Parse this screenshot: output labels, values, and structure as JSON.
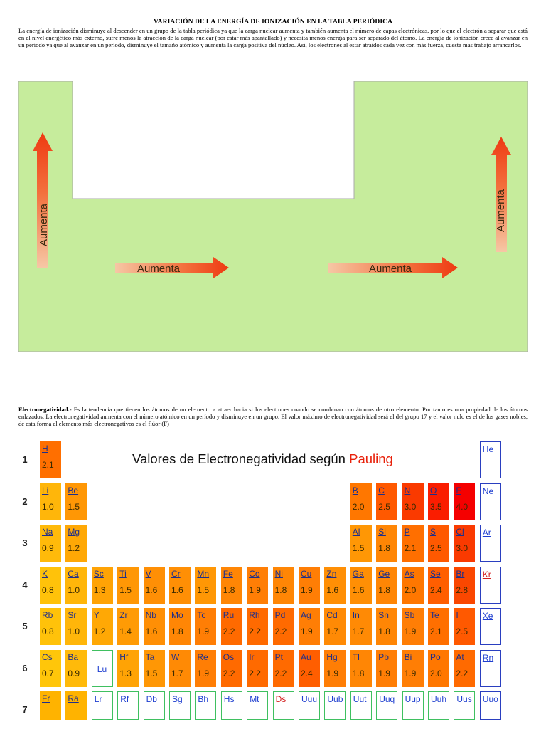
{
  "title": "VARIACIÓN DE LA ENERGÍA DE IONIZACIÓN EN LA TABLA PERIÓDICA",
  "paragraph1": "La energía de ionización disminuye al descender en un grupo de la tabla periódica ya que la carga nuclear aumenta y también aumenta el número de capas electrónicas, por lo que el electrón a separar que está en el nivel energético más externo, sufre menos la atracción de la carga nuclear (por estar más apantallado) y necesita menos energía para ser separado del átomo.  La energía de ionización crece al avanzar en un período ya que al avanzar en un período, disminuye el tamaño atómico y aumenta la carga positiva del núcleo. Así, los electrones al estar atraídos cada vez con más fuerza, cuesta más trabajo arrancarlos.",
  "diagram": {
    "label_left_vertical": "Aumenta",
    "label_right_vertical": "Aumenta",
    "label_left_horizontal": "Aumenta",
    "label_right_horizontal": "Aumenta",
    "colors": {
      "fill": "#c6ec9c",
      "border": "#aaaaaa",
      "arrow": "#f0451c"
    }
  },
  "electroneg": {
    "term": "Electronegatividad.-",
    "text": " Es la tendencia que tienen  los átomos de un elemento a atraer hacia si los electrones cuando se combinan con átomos de otro elemento. Por tanto es una propiedad de los átomos enlazados. La electronegatividad aumenta con el número atómico en un período y disminuye en un grupo. El valor máximo de electronegatividad será el del grupo 17 y el valor nulo es el de los gases nobles, de esta forma el elemento más electronegativos es el flúor (F)"
  },
  "table": {
    "title_main": "Valores de Electronegatividad según ",
    "title_accent": "Pauling",
    "row_numbers": [
      "1",
      "2",
      "3",
      "4",
      "5",
      "6",
      "7"
    ],
    "elements": [
      {
        "sym": "H",
        "en": "2.1",
        "row": 1,
        "col": 1
      },
      {
        "sym": "He",
        "row": 1,
        "col": 18,
        "type": "noble"
      },
      {
        "sym": "Li",
        "en": "1.0",
        "row": 2,
        "col": 1
      },
      {
        "sym": "Be",
        "en": "1.5",
        "row": 2,
        "col": 2
      },
      {
        "sym": "B",
        "en": "2.0",
        "row": 2,
        "col": 13
      },
      {
        "sym": "C",
        "en": "2.5",
        "row": 2,
        "col": 14
      },
      {
        "sym": "N",
        "en": "3.0",
        "row": 2,
        "col": 15
      },
      {
        "sym": "O",
        "en": "3.5",
        "row": 2,
        "col": 16
      },
      {
        "sym": "F",
        "en": "4.0",
        "row": 2,
        "col": 17
      },
      {
        "sym": "Ne",
        "row": 2,
        "col": 18,
        "type": "noble"
      },
      {
        "sym": "Na",
        "en": "0.9",
        "row": 3,
        "col": 1
      },
      {
        "sym": "Mg",
        "en": "1.2",
        "row": 3,
        "col": 2
      },
      {
        "sym": "Al",
        "en": "1.5",
        "row": 3,
        "col": 13
      },
      {
        "sym": "Si",
        "en": "1.8",
        "row": 3,
        "col": 14
      },
      {
        "sym": "P",
        "en": "2.1",
        "row": 3,
        "col": 15
      },
      {
        "sym": "S",
        "en": "2.5",
        "row": 3,
        "col": 16
      },
      {
        "sym": "Cl",
        "en": "3.0",
        "row": 3,
        "col": 17
      },
      {
        "sym": "Ar",
        "row": 3,
        "col": 18,
        "type": "noble"
      },
      {
        "sym": "K",
        "en": "0.8",
        "row": 4,
        "col": 1
      },
      {
        "sym": "Ca",
        "en": "1.0",
        "row": 4,
        "col": 2
      },
      {
        "sym": "Sc",
        "en": "1.3",
        "row": 4,
        "col": 3
      },
      {
        "sym": "Ti",
        "en": "1.5",
        "row": 4,
        "col": 4
      },
      {
        "sym": "V",
        "en": "1.6",
        "row": 4,
        "col": 5
      },
      {
        "sym": "Cr",
        "en": "1.6",
        "row": 4,
        "col": 6
      },
      {
        "sym": "Mn",
        "en": "1.5",
        "row": 4,
        "col": 7
      },
      {
        "sym": "Fe",
        "en": "1.8",
        "row": 4,
        "col": 8
      },
      {
        "sym": "Co",
        "en": "1.9",
        "row": 4,
        "col": 9
      },
      {
        "sym": "Ni",
        "en": "1.8",
        "row": 4,
        "col": 10
      },
      {
        "sym": "Cu",
        "en": "1.9",
        "row": 4,
        "col": 11
      },
      {
        "sym": "Zn",
        "en": "1.6",
        "row": 4,
        "col": 12
      },
      {
        "sym": "Ga",
        "en": "1.6",
        "row": 4,
        "col": 13
      },
      {
        "sym": "Ge",
        "en": "1.8",
        "row": 4,
        "col": 14
      },
      {
        "sym": "As",
        "en": "2.0",
        "row": 4,
        "col": 15
      },
      {
        "sym": "Se",
        "en": "2.4",
        "row": 4,
        "col": 16
      },
      {
        "sym": "Br",
        "en": "2.8",
        "row": 4,
        "col": 17
      },
      {
        "sym": "Kr",
        "row": 4,
        "col": 18,
        "type": "noble",
        "red": true
      },
      {
        "sym": "Rb",
        "en": "0.8",
        "row": 5,
        "col": 1
      },
      {
        "sym": "Sr",
        "en": "1.0",
        "row": 5,
        "col": 2
      },
      {
        "sym": "Y",
        "en": "1.2",
        "row": 5,
        "col": 3
      },
      {
        "sym": "Zr",
        "en": "1.4",
        "row": 5,
        "col": 4
      },
      {
        "sym": "Nb",
        "en": "1.6",
        "row": 5,
        "col": 5
      },
      {
        "sym": "Mo",
        "en": "1.8",
        "row": 5,
        "col": 6
      },
      {
        "sym": "Tc",
        "en": "1.9",
        "row": 5,
        "col": 7
      },
      {
        "sym": "Ru",
        "en": "2.2",
        "row": 5,
        "col": 8
      },
      {
        "sym": "Rh",
        "en": "2.2",
        "row": 5,
        "col": 9
      },
      {
        "sym": "Pd",
        "en": "2.2",
        "row": 5,
        "col": 10
      },
      {
        "sym": "Ag",
        "en": "1.9",
        "row": 5,
        "col": 11
      },
      {
        "sym": "Cd",
        "en": "1.7",
        "row": 5,
        "col": 12
      },
      {
        "sym": "In",
        "en": "1.7",
        "row": 5,
        "col": 13
      },
      {
        "sym": "Sn",
        "en": "1.8",
        "row": 5,
        "col": 14
      },
      {
        "sym": "Sb",
        "en": "1.9",
        "row": 5,
        "col": 15
      },
      {
        "sym": "Te",
        "en": "2.1",
        "row": 5,
        "col": 16
      },
      {
        "sym": "I",
        "en": "2.5",
        "row": 5,
        "col": 17
      },
      {
        "sym": "Xe",
        "row": 5,
        "col": 18,
        "type": "noble"
      },
      {
        "sym": "Cs",
        "en": "0.7",
        "row": 6,
        "col": 1
      },
      {
        "sym": "Ba",
        "en": "0.9",
        "row": 6,
        "col": 2
      },
      {
        "sym": "Lu",
        "row": 6,
        "col": 3,
        "type": "lan",
        "center": true
      },
      {
        "sym": "Hf",
        "en": "1.3",
        "row": 6,
        "col": 4
      },
      {
        "sym": "Ta",
        "en": "1.5",
        "row": 6,
        "col": 5
      },
      {
        "sym": "W",
        "en": "1.7",
        "row": 6,
        "col": 6
      },
      {
        "sym": "Re",
        "en": "1.9",
        "row": 6,
        "col": 7
      },
      {
        "sym": "Os",
        "en": "2.2",
        "row": 6,
        "col": 8
      },
      {
        "sym": "Ir",
        "en": "2.2",
        "row": 6,
        "col": 9
      },
      {
        "sym": "Pt",
        "en": "2.2",
        "row": 6,
        "col": 10
      },
      {
        "sym": "Au",
        "en": "2.4",
        "row": 6,
        "col": 11
      },
      {
        "sym": "Hg",
        "en": "1.9",
        "row": 6,
        "col": 12
      },
      {
        "sym": "Tl",
        "en": "1.8",
        "row": 6,
        "col": 13
      },
      {
        "sym": "Pb",
        "en": "1.9",
        "row": 6,
        "col": 14
      },
      {
        "sym": "Bi",
        "en": "1.9",
        "row": 6,
        "col": 15
      },
      {
        "sym": "Po",
        "en": "2.0",
        "row": 6,
        "col": 16
      },
      {
        "sym": "At",
        "en": "2.2",
        "row": 6,
        "col": 17
      },
      {
        "sym": "Rn",
        "row": 6,
        "col": 18,
        "type": "noble"
      },
      {
        "sym": "Fr",
        "en": "",
        "row": 7,
        "col": 1
      },
      {
        "sym": "Ra",
        "en": "",
        "row": 7,
        "col": 2
      },
      {
        "sym": "Lr",
        "row": 7,
        "col": 3,
        "type": "lan"
      },
      {
        "sym": "Rf",
        "row": 7,
        "col": 4,
        "type": "lan"
      },
      {
        "sym": "Db",
        "row": 7,
        "col": 5,
        "type": "lan"
      },
      {
        "sym": "Sg",
        "row": 7,
        "col": 6,
        "type": "lan"
      },
      {
        "sym": "Bh",
        "row": 7,
        "col": 7,
        "type": "lan"
      },
      {
        "sym": "Hs",
        "row": 7,
        "col": 8,
        "type": "lan"
      },
      {
        "sym": "Mt",
        "row": 7,
        "col": 9,
        "type": "lan"
      },
      {
        "sym": "Ds",
        "row": 7,
        "col": 10,
        "type": "lan",
        "red": true
      },
      {
        "sym": "Uuu",
        "row": 7,
        "col": 11,
        "type": "lan"
      },
      {
        "sym": "Uub",
        "row": 7,
        "col": 12,
        "type": "lan"
      },
      {
        "sym": "Uut",
        "row": 7,
        "col": 13,
        "type": "lan"
      },
      {
        "sym": "Uuq",
        "row": 7,
        "col": 14,
        "type": "lan"
      },
      {
        "sym": "Uup",
        "row": 7,
        "col": 15,
        "type": "lan"
      },
      {
        "sym": "Uuh",
        "row": 7,
        "col": 16,
        "type": "lan"
      },
      {
        "sym": "Uus",
        "row": 7,
        "col": 17,
        "type": "lan"
      },
      {
        "sym": "Uuo",
        "row": 7,
        "col": 18,
        "type": "noble"
      }
    ]
  }
}
